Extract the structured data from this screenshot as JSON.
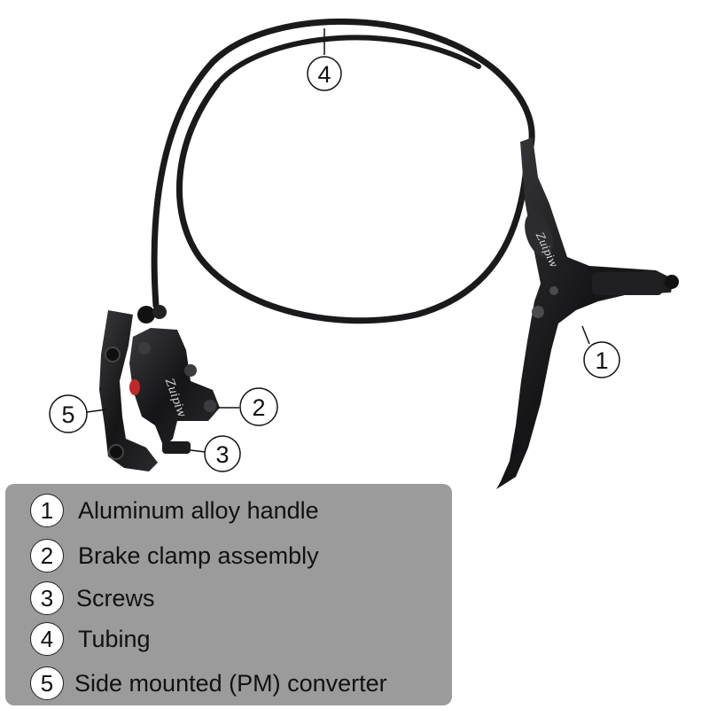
{
  "callouts": [
    {
      "number": "1",
      "label": "Aluminum alloy handle"
    },
    {
      "number": "2",
      "label": "Brake clamp assembly"
    },
    {
      "number": "3",
      "label": "Screws"
    },
    {
      "number": "4",
      "label": "Tubing"
    },
    {
      "number": "5",
      "label": "Side mounted (PM) converter"
    }
  ],
  "brand_text": "Zuipiw",
  "colors": {
    "legend_background": "#9b9b9b",
    "product": "#1b1b1d",
    "caliper_red": "#c0282a"
  }
}
